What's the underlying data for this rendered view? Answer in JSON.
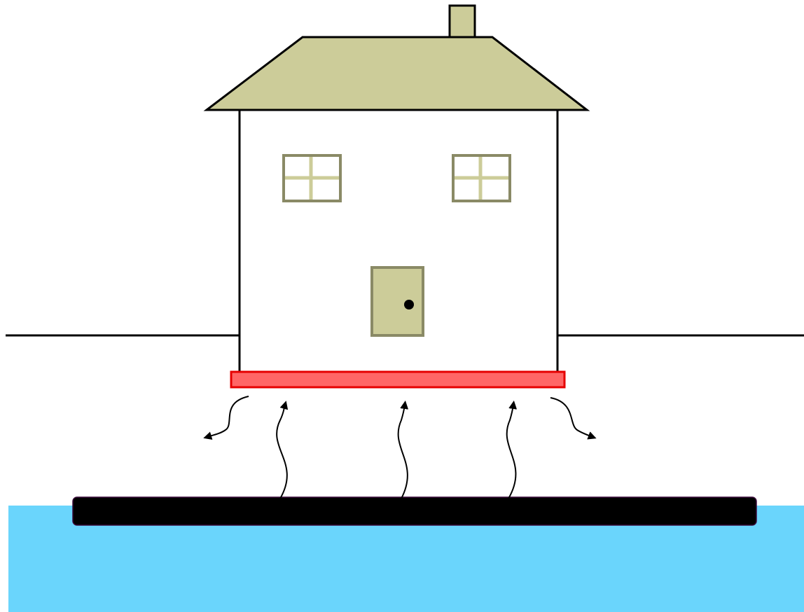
{
  "diagram": {
    "kind": "house-on-slab-over-water",
    "colors": {
      "background": "#ffffff",
      "roof": "#cccc99",
      "chimney": "#cccc99",
      "wall": "#ffffff",
      "outline": "#000000",
      "window_frame": "#8a8a66",
      "window_cross": "#cccc99",
      "window_pane": "#ffffff",
      "door": "#cccc99",
      "door_frame": "#8a8a66",
      "door_knob": "#000000",
      "ground_line": "#000000",
      "foundation_fill": "#ff6666",
      "foundation_stroke": "#e60000",
      "water": "#6ad5fc",
      "barrier": "#000000",
      "arrows": "#000000"
    },
    "elements": {
      "windows": 2,
      "doors": 1,
      "upward_wavy_arrows": 3,
      "side_curved_arrows": 2
    }
  }
}
